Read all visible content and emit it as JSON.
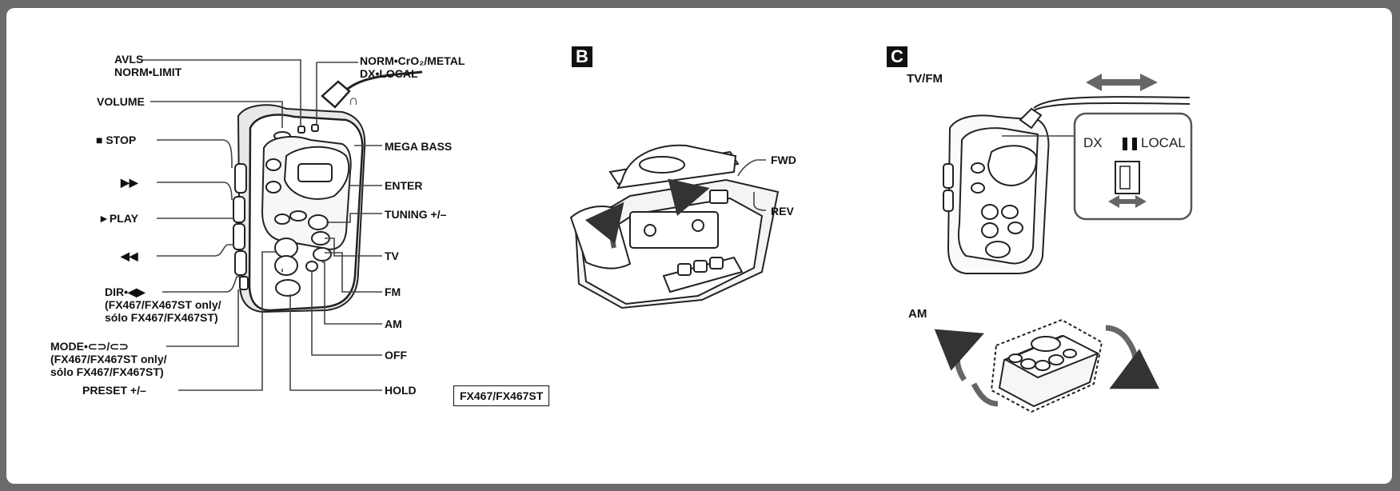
{
  "section_a": {
    "labels_left": {
      "avls": "AVLS",
      "norm_limit": "NORM•LIMIT",
      "volume": "VOLUME",
      "stop": "■ STOP",
      "ff": "▶▶",
      "play": "►PLAY",
      "rew": "◀◀",
      "dir": "DIR•◀▶",
      "dir_note_1": "(FX467/FX467ST only/",
      "dir_note_2": "sólo FX467/FX467ST)",
      "mode": "MODE•⊂⊃/⊂⊃",
      "mode_note_1": "(FX467/FX467ST only/",
      "mode_note_2": "sólo FX467/FX467ST)",
      "preset": "PRESET +/–"
    },
    "labels_right": {
      "norm_crO2_metal": "NORM•CrO₂/METAL",
      "dx_local": "DX•LOCAL",
      "mega_bass": "MEGA BASS",
      "enter": "ENTER",
      "tuning": "TUNING +/–",
      "tv": "TV",
      "fm": "FM",
      "am": "AM",
      "off": "OFF",
      "hold": "HOLD"
    },
    "headphone_symbol": "∩",
    "model_box": "FX467/FX467ST"
  },
  "section_b": {
    "letter": "B",
    "fwd": "FWD",
    "rev": "REV"
  },
  "section_c": {
    "letter": "C",
    "tv_fm": "TV/FM",
    "switch_label_dx": "DX",
    "switch_label_local": "LOCAL",
    "am": "AM"
  }
}
